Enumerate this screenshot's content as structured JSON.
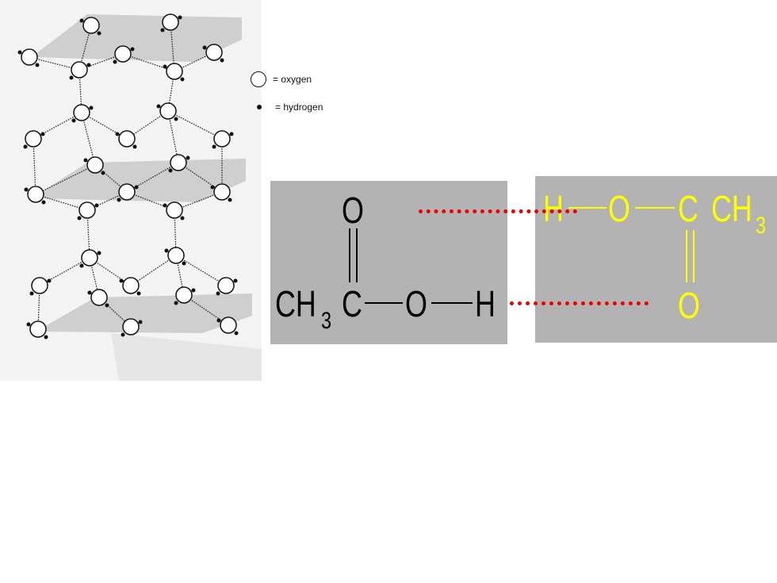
{
  "legend": {
    "oxygen_label": "= oxygen",
    "hydrogen_label": "= hydrogen"
  },
  "molecule_left": {
    "carbonyl_o": "O",
    "ch": "CH",
    "ch_sub": "3",
    "c": "C",
    "o": "O",
    "h": "H"
  },
  "molecule_right": {
    "h": "H",
    "o": "O",
    "c": "C",
    "ch": "CH",
    "ch_sub": "3",
    "carbonyl_o": "O"
  },
  "colors": {
    "panel": "#b3b3b3",
    "left_molecule": "#000000",
    "right_molecule": "#ffff00",
    "hydrogen_bond": "#ee0000"
  }
}
